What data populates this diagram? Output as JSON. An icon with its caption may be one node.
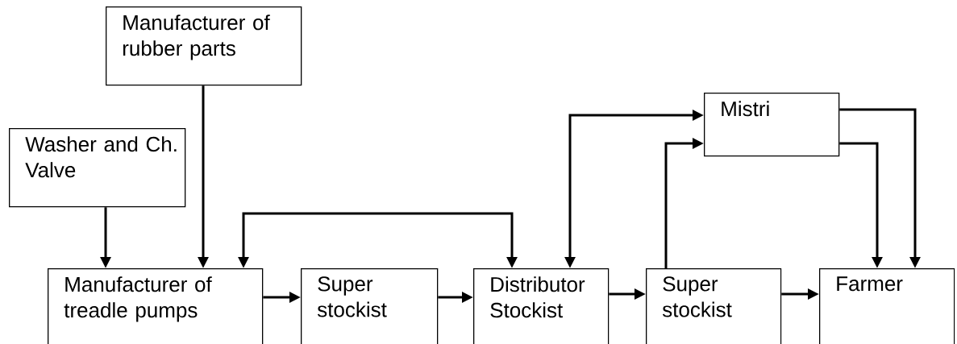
{
  "diagram": {
    "nodes": [
      {
        "text": [
          "Manufacturer of rubber parts"
        ]
      },
      {
        "text": [
          "Washer and Ch. Valve"
        ]
      },
      {
        "text": [
          "Manufacturer of treadle pumps"
        ]
      },
      {
        "text": [
          "Super stockist"
        ]
      },
      {
        "text": [
          "Distributor Stockist"
        ]
      },
      {
        "text": [
          "Super stockist"
        ]
      },
      {
        "text": [
          "Farmer"
        ]
      },
      {
        "text": [
          "Mistri"
        ]
      }
    ],
    "edges": [
      {
        "from": 1,
        "to": 2,
        "arrow": "to"
      },
      {
        "from": 0,
        "to": 2,
        "arrow": "to"
      },
      {
        "from": 2,
        "to": 4,
        "arrow": "both"
      },
      {
        "from": 2,
        "to": 3,
        "arrow": "to"
      },
      {
        "from": 3,
        "to": 4,
        "arrow": "to"
      },
      {
        "from": 4,
        "to": 5,
        "arrow": "to"
      },
      {
        "from": 5,
        "to": 6,
        "arrow": "to"
      },
      {
        "from": 4,
        "to": 7,
        "arrow": "both"
      },
      {
        "from": 5,
        "to": 7,
        "arrow": "to"
      },
      {
        "from": 7,
        "to": 6,
        "arrow": "to"
      },
      {
        "from": 7,
        "to": 6,
        "arrow": "to"
      }
    ]
  }
}
